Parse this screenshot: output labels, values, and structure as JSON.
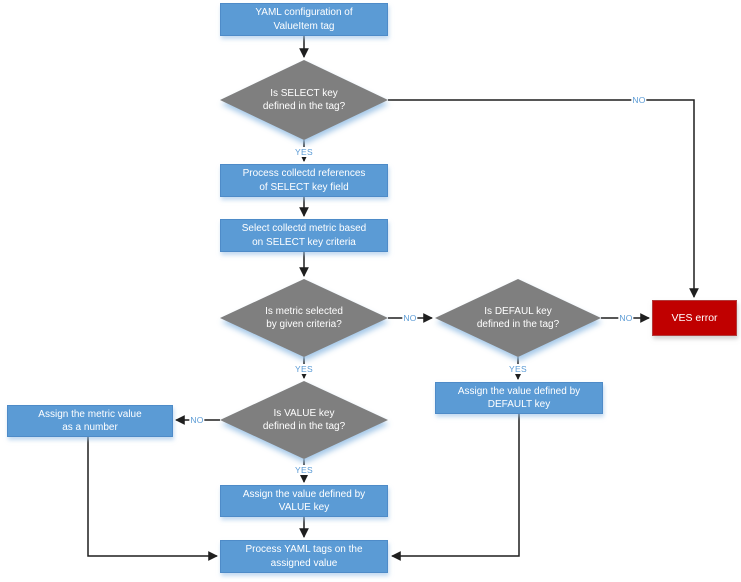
{
  "colors": {
    "process_fill": "#5B9BD5",
    "process_border": "#4E8BC8",
    "decision_fill": "#7F7F7F",
    "decision_glow": "#BDD7EE",
    "error_fill": "#C00000",
    "edge_label_color": "#5B9BD5",
    "connector_color": "#1F1F1F",
    "node_text_color": "#FFFFFF"
  },
  "nodes": {
    "yaml_config": {
      "type": "process",
      "lines": [
        "YAML configuration of",
        "ValueItem tag"
      ]
    },
    "is_select": {
      "type": "decision",
      "lines": [
        "Is SELECT key",
        "defined in the tag?"
      ]
    },
    "process_refs": {
      "type": "process",
      "lines": [
        "Process collectd references",
        "of SELECT key field"
      ]
    },
    "select_metric": {
      "type": "process",
      "lines": [
        "Select collectd metric based",
        "on SELECT key criteria"
      ]
    },
    "is_metric": {
      "type": "decision",
      "lines": [
        "Is metric selected",
        "by given criteria?"
      ]
    },
    "is_defaul": {
      "type": "decision",
      "lines": [
        "Is DEFAUL key",
        "defined in the tag?"
      ]
    },
    "ves_error": {
      "type": "error",
      "lines": [
        "VES error"
      ]
    },
    "assign_default": {
      "type": "process",
      "lines": [
        "Assign the value defined by",
        "DEFAULT key"
      ]
    },
    "is_value": {
      "type": "decision",
      "lines": [
        "Is VALUE key",
        "defined in the tag?"
      ]
    },
    "assign_metric": {
      "type": "process",
      "lines": [
        "Assign the metric value",
        "as a number"
      ]
    },
    "assign_value": {
      "type": "process",
      "lines": [
        "Assign the value defined by",
        "VALUE key"
      ]
    },
    "process_yaml": {
      "type": "process",
      "lines": [
        "Process YAML tags on the",
        "assigned value"
      ]
    }
  },
  "edge_labels": {
    "select_yes": "YES",
    "select_no": "NO",
    "metric_yes": "YES",
    "metric_no": "NO",
    "defaul_yes": "YES",
    "defaul_no": "NO",
    "value_yes": "YES",
    "value_no": "NO"
  }
}
